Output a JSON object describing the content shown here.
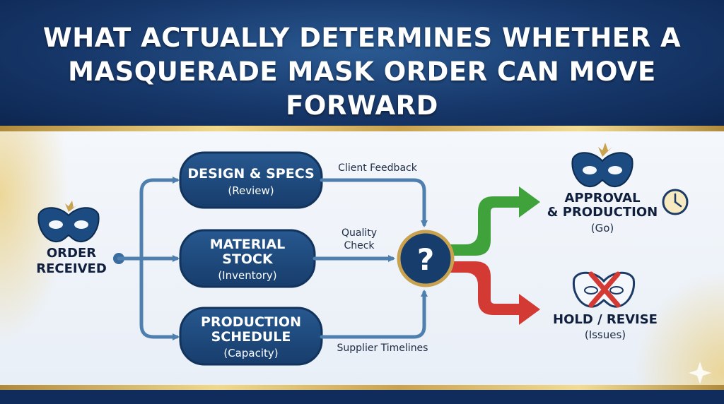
{
  "title": {
    "line1": "WHAT ACTUALLY DETERMINES WHETHER A",
    "line2": "MASQUERADE MASK ORDER CAN MOVE FORWARD"
  },
  "start": {
    "label_line1": "ORDER",
    "label_line2": "RECEIVED",
    "icon": "mask-icon"
  },
  "factors": [
    {
      "title_line1": "DESIGN & SPECS",
      "title_line2": "",
      "subtitle": "(Review)"
    },
    {
      "title_line1": "MATERIAL",
      "title_line2": "STOCK",
      "subtitle": "(Inventory)"
    },
    {
      "title_line1": "PRODUCTION",
      "title_line2": "SCHEDULE",
      "subtitle": "(Capacity)"
    }
  ],
  "connectors": {
    "top": "Client Feedback",
    "middle_line1": "Quality",
    "middle_line2": "Check",
    "bottom": "Supplier Timelines"
  },
  "decision": {
    "symbol": "?",
    "icon": "question-icon"
  },
  "outcomes": {
    "approve": {
      "line1": "APPROVAL",
      "line2": "& PRODUCTION",
      "sub": "(Go)",
      "icon": "clock-icon",
      "color": "#3fa23b"
    },
    "hold": {
      "line1": "HOLD / REVISE",
      "sub": "(Issues)",
      "icon": "crossed-mask-icon",
      "color": "#d23a33"
    }
  },
  "colors": {
    "navy": "#1c4677",
    "flow_blue": "#4e7fae",
    "gold": "#c9a24f"
  }
}
